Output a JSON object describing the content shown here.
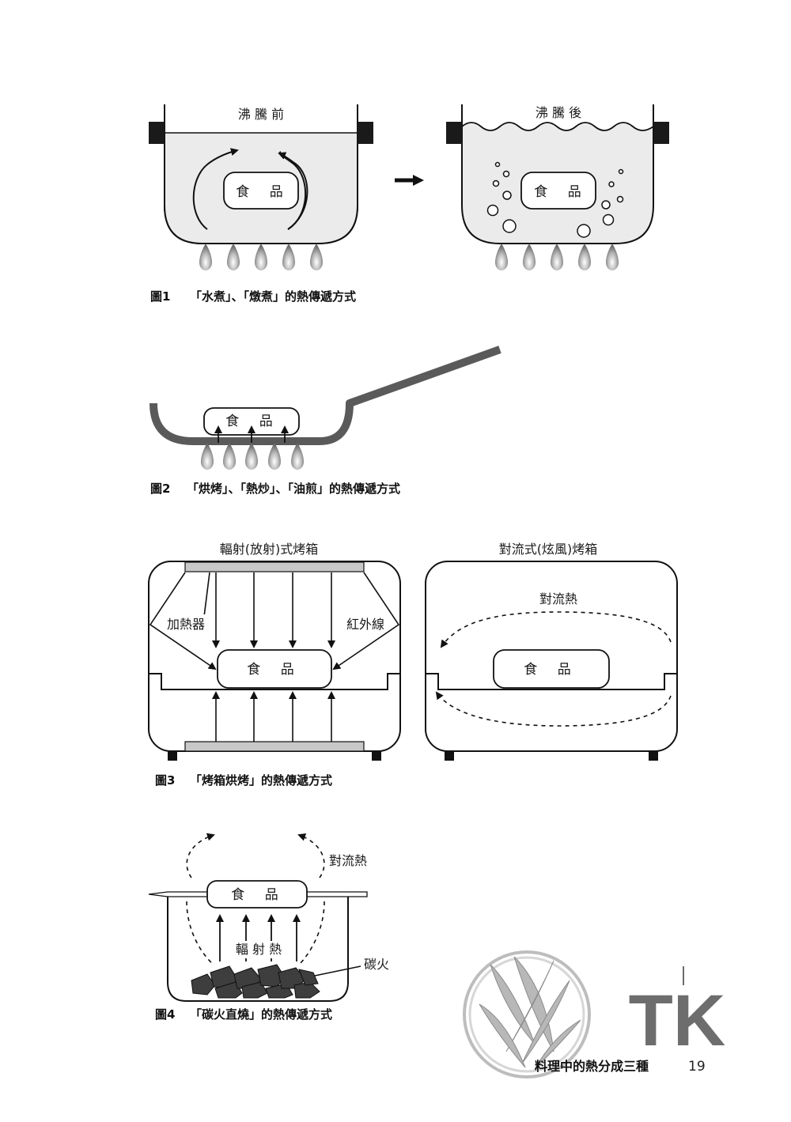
{
  "fig1": {
    "left_label": "沸 騰 前",
    "right_label": "沸 騰 後",
    "food_left": "食 品",
    "food_right": "食 品",
    "caption_num": "圖1",
    "caption_text": "「水煮」、「燉煮」的熱傳遞方式"
  },
  "fig2": {
    "food": "食 品",
    "caption_num": "圖2",
    "caption_text": "「烘烤」、「熱炒」、「油煎」的熱傳遞方式"
  },
  "fig3": {
    "left_title": "輻射(放射)式烤箱",
    "right_title": "對流式(炫風)烤箱",
    "heater_label": "加熱器",
    "infrared_label": "紅外線",
    "convection_label": "對流熱",
    "food_left": "食 品",
    "food_right": "食 品",
    "caption_num": "圖3",
    "caption_text": "「烤箱烘烤」的熱傳遞方式"
  },
  "fig4": {
    "convection_label": "對流熱",
    "radiant_label": "輻 射 熱",
    "charcoal_label": "碳火",
    "food": "食 品",
    "caption_num": "圖4",
    "caption_text": "「碳火直燒」的熱傳遞方式"
  },
  "footer": {
    "logo_text": "TK",
    "chapter_title": "料理中的熱分成三種",
    "page_number": "19"
  },
  "colors": {
    "pot_fill": "#ebebeb",
    "pan_stroke": "#5a5a5a",
    "heater_fill": "#c8c8c8",
    "logo_gray": "#6d6d6d"
  }
}
